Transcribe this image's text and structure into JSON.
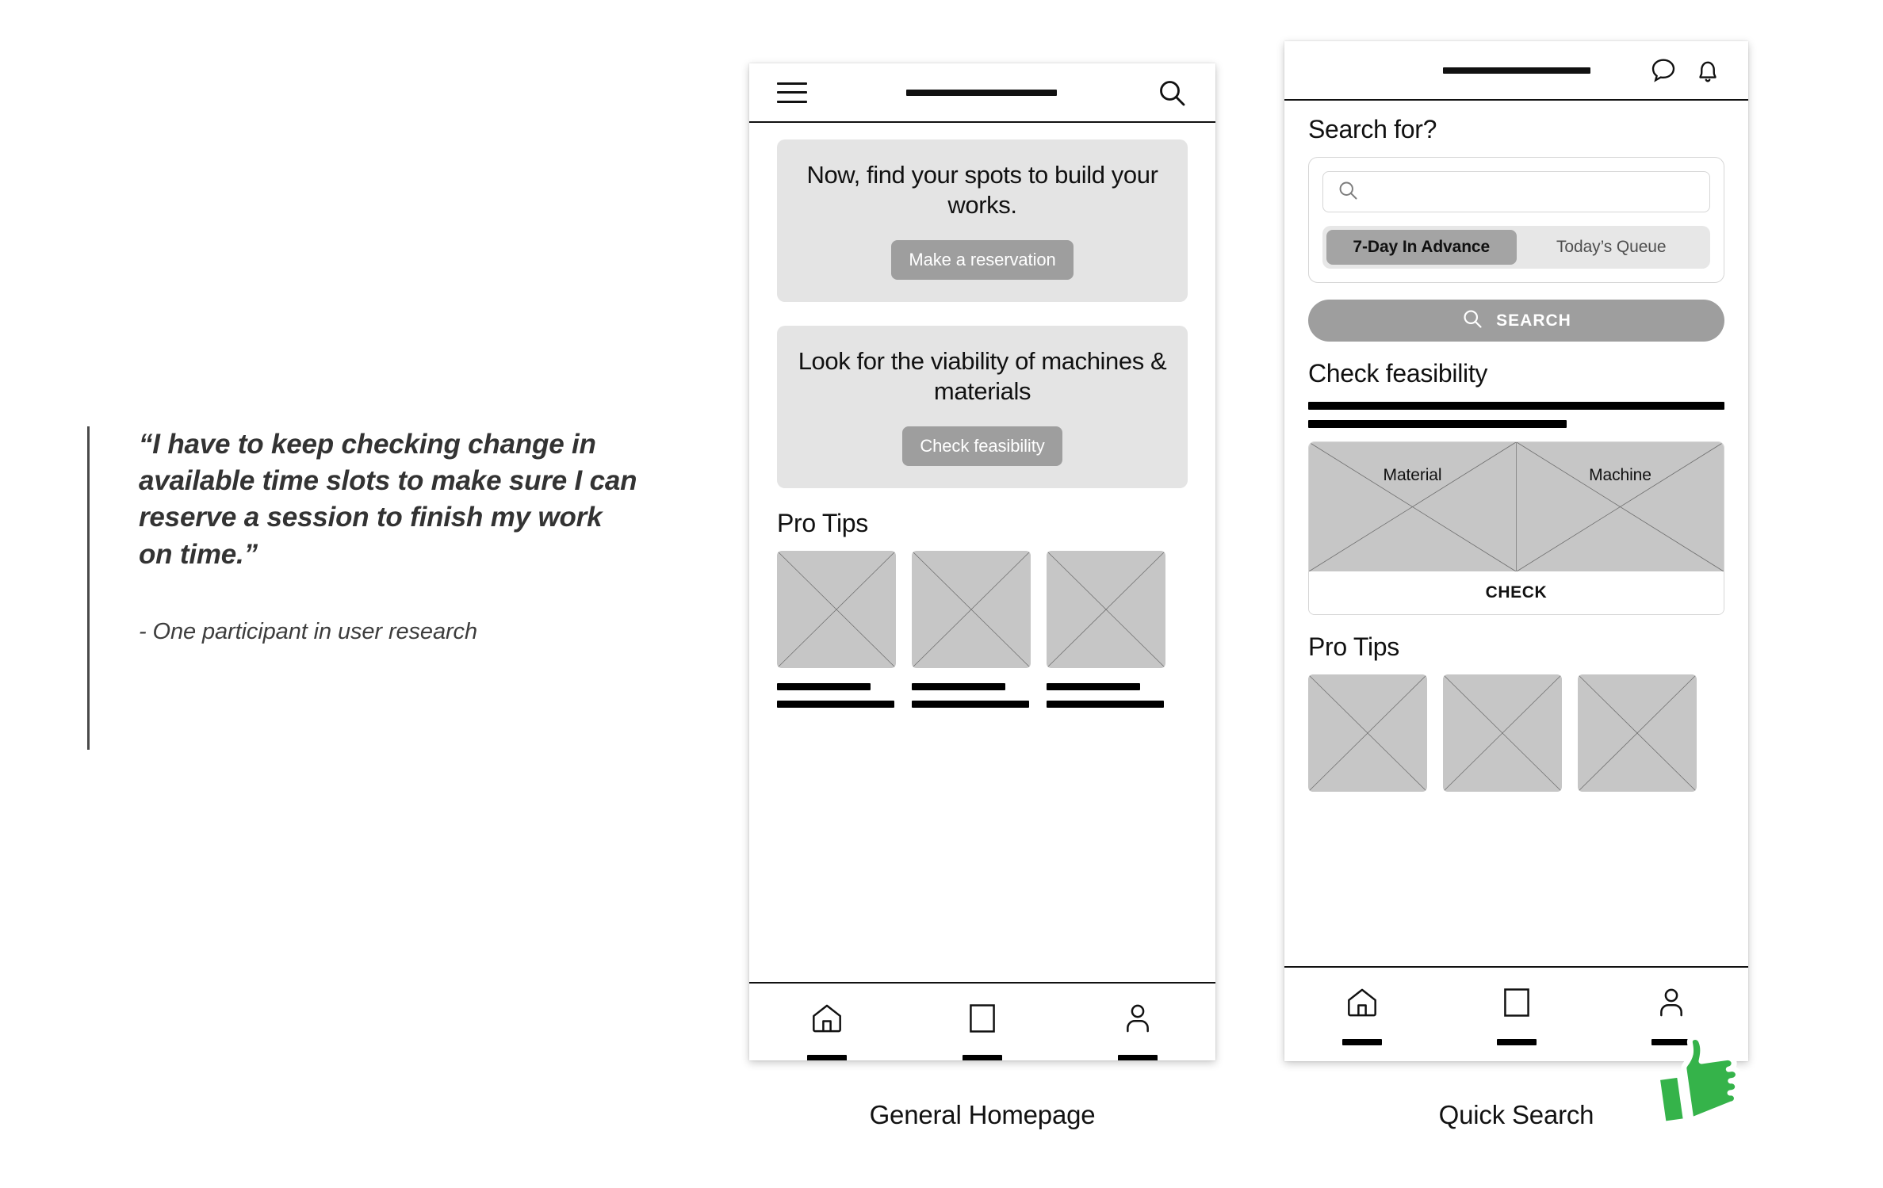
{
  "quote": {
    "text": "“I have to keep checking change in available time slots to make sure I can reserve a session to finish my work on time.”",
    "attribution": "- One participant in user research"
  },
  "phone_1": {
    "caption": "General Homepage",
    "appbar": {
      "menu_icon": "hamburger-icon",
      "title_placeholder": "",
      "search_icon": "search-icon"
    },
    "cards": [
      {
        "title": "Now, find your spots to build your works.",
        "button": "Make a reservation"
      },
      {
        "title": "Look for the viability of machines & materials",
        "button": "Check feasibility"
      }
    ],
    "pro_tips": {
      "title": "Pro Tips",
      "items": [
        {
          "placeholder": "image-placeholder"
        },
        {
          "placeholder": "image-placeholder"
        },
        {
          "placeholder": "image-placeholder"
        }
      ]
    },
    "bottom_nav": [
      {
        "icon": "home-icon"
      },
      {
        "icon": "square-icon"
      },
      {
        "icon": "person-icon"
      }
    ]
  },
  "phone_2": {
    "caption": "Quick Search",
    "appbar": {
      "title_placeholder": "",
      "chat_icon": "chat-bubble-icon",
      "bell_icon": "bell-icon"
    },
    "search": {
      "heading": "Search for?",
      "input_placeholder": "",
      "input_icon": "search-icon",
      "segments": [
        {
          "label": "7-Day In Advance",
          "active": true
        },
        {
          "label": "Today’s Queue",
          "active": false
        }
      ],
      "cta_label": "SEARCH",
      "cta_icon": "search-icon"
    },
    "feasibility": {
      "title": "Check feasibility",
      "tiles": [
        {
          "label": "Material"
        },
        {
          "label": "Machine"
        }
      ],
      "check_label": "CHECK"
    },
    "pro_tips": {
      "title": "Pro Tips",
      "items": [
        {
          "placeholder": "image-placeholder"
        },
        {
          "placeholder": "image-placeholder"
        },
        {
          "placeholder": "image-placeholder"
        }
      ]
    },
    "bottom_nav": [
      {
        "icon": "home-icon"
      },
      {
        "icon": "square-icon"
      },
      {
        "icon": "person-icon"
      }
    ]
  },
  "sticker": {
    "icon": "thumbs-up-icon",
    "color": "#35b34a"
  },
  "colors": {
    "card_bg": "#e4e4e4",
    "button_gray": "#9e9e9e",
    "placeholder_gray": "#c6c6c6",
    "segment_track": "#e7e7e7",
    "segment_active": "#a4a4a4",
    "ink": "#111111",
    "accent_green": "#35b34a"
  }
}
